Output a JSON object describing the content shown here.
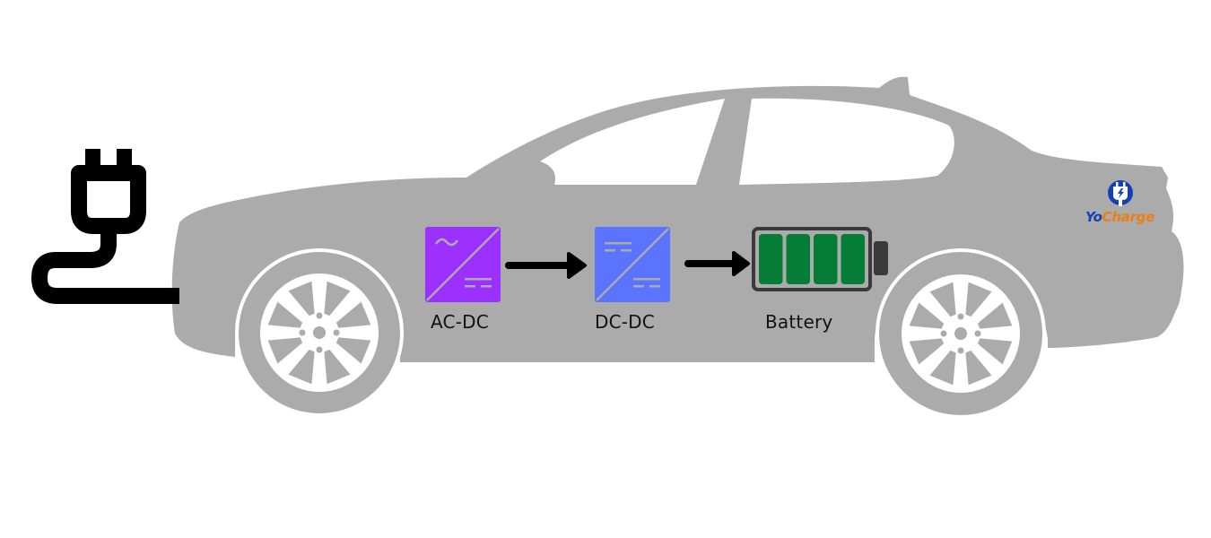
{
  "diagram": {
    "title": "EV onboard charging chain",
    "stages": [
      {
        "id": "ac-dc",
        "label": "AC-DC",
        "color": "#9b30ff",
        "icon": "ac-dc-converter-icon"
      },
      {
        "id": "dc-dc",
        "label": "DC-DC",
        "color": "#5b74ff",
        "icon": "dc-dc-converter-icon"
      },
      {
        "id": "battery",
        "label": "Battery",
        "color": "#057d37",
        "icon": "battery-icon",
        "charge_cells": 4
      }
    ],
    "plug": {
      "icon": "power-plug-icon",
      "color": "#000000"
    },
    "car": {
      "color": "#aaabaa",
      "icon": "car-silhouette-icon"
    }
  },
  "brand": {
    "name_part1": "Yo",
    "name_part2": "Charge",
    "color1": "#1540b8",
    "color2": "#ef7d12",
    "logo_icon": "plug-bolt-logo-icon"
  }
}
